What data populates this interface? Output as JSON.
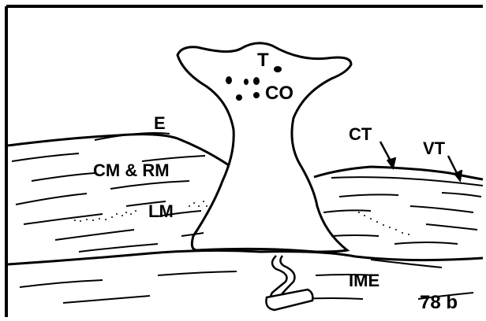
{
  "labels": {
    "T": "T",
    "CO": "CO",
    "E": "E",
    "CM_RM": "CM & RM",
    "LM": "LM",
    "CT": "CT",
    "VT": "VT",
    "IME": "IME",
    "figure_number": "78 b"
  },
  "colors": {
    "ink": "#000000",
    "paper": "#ffffff"
  }
}
